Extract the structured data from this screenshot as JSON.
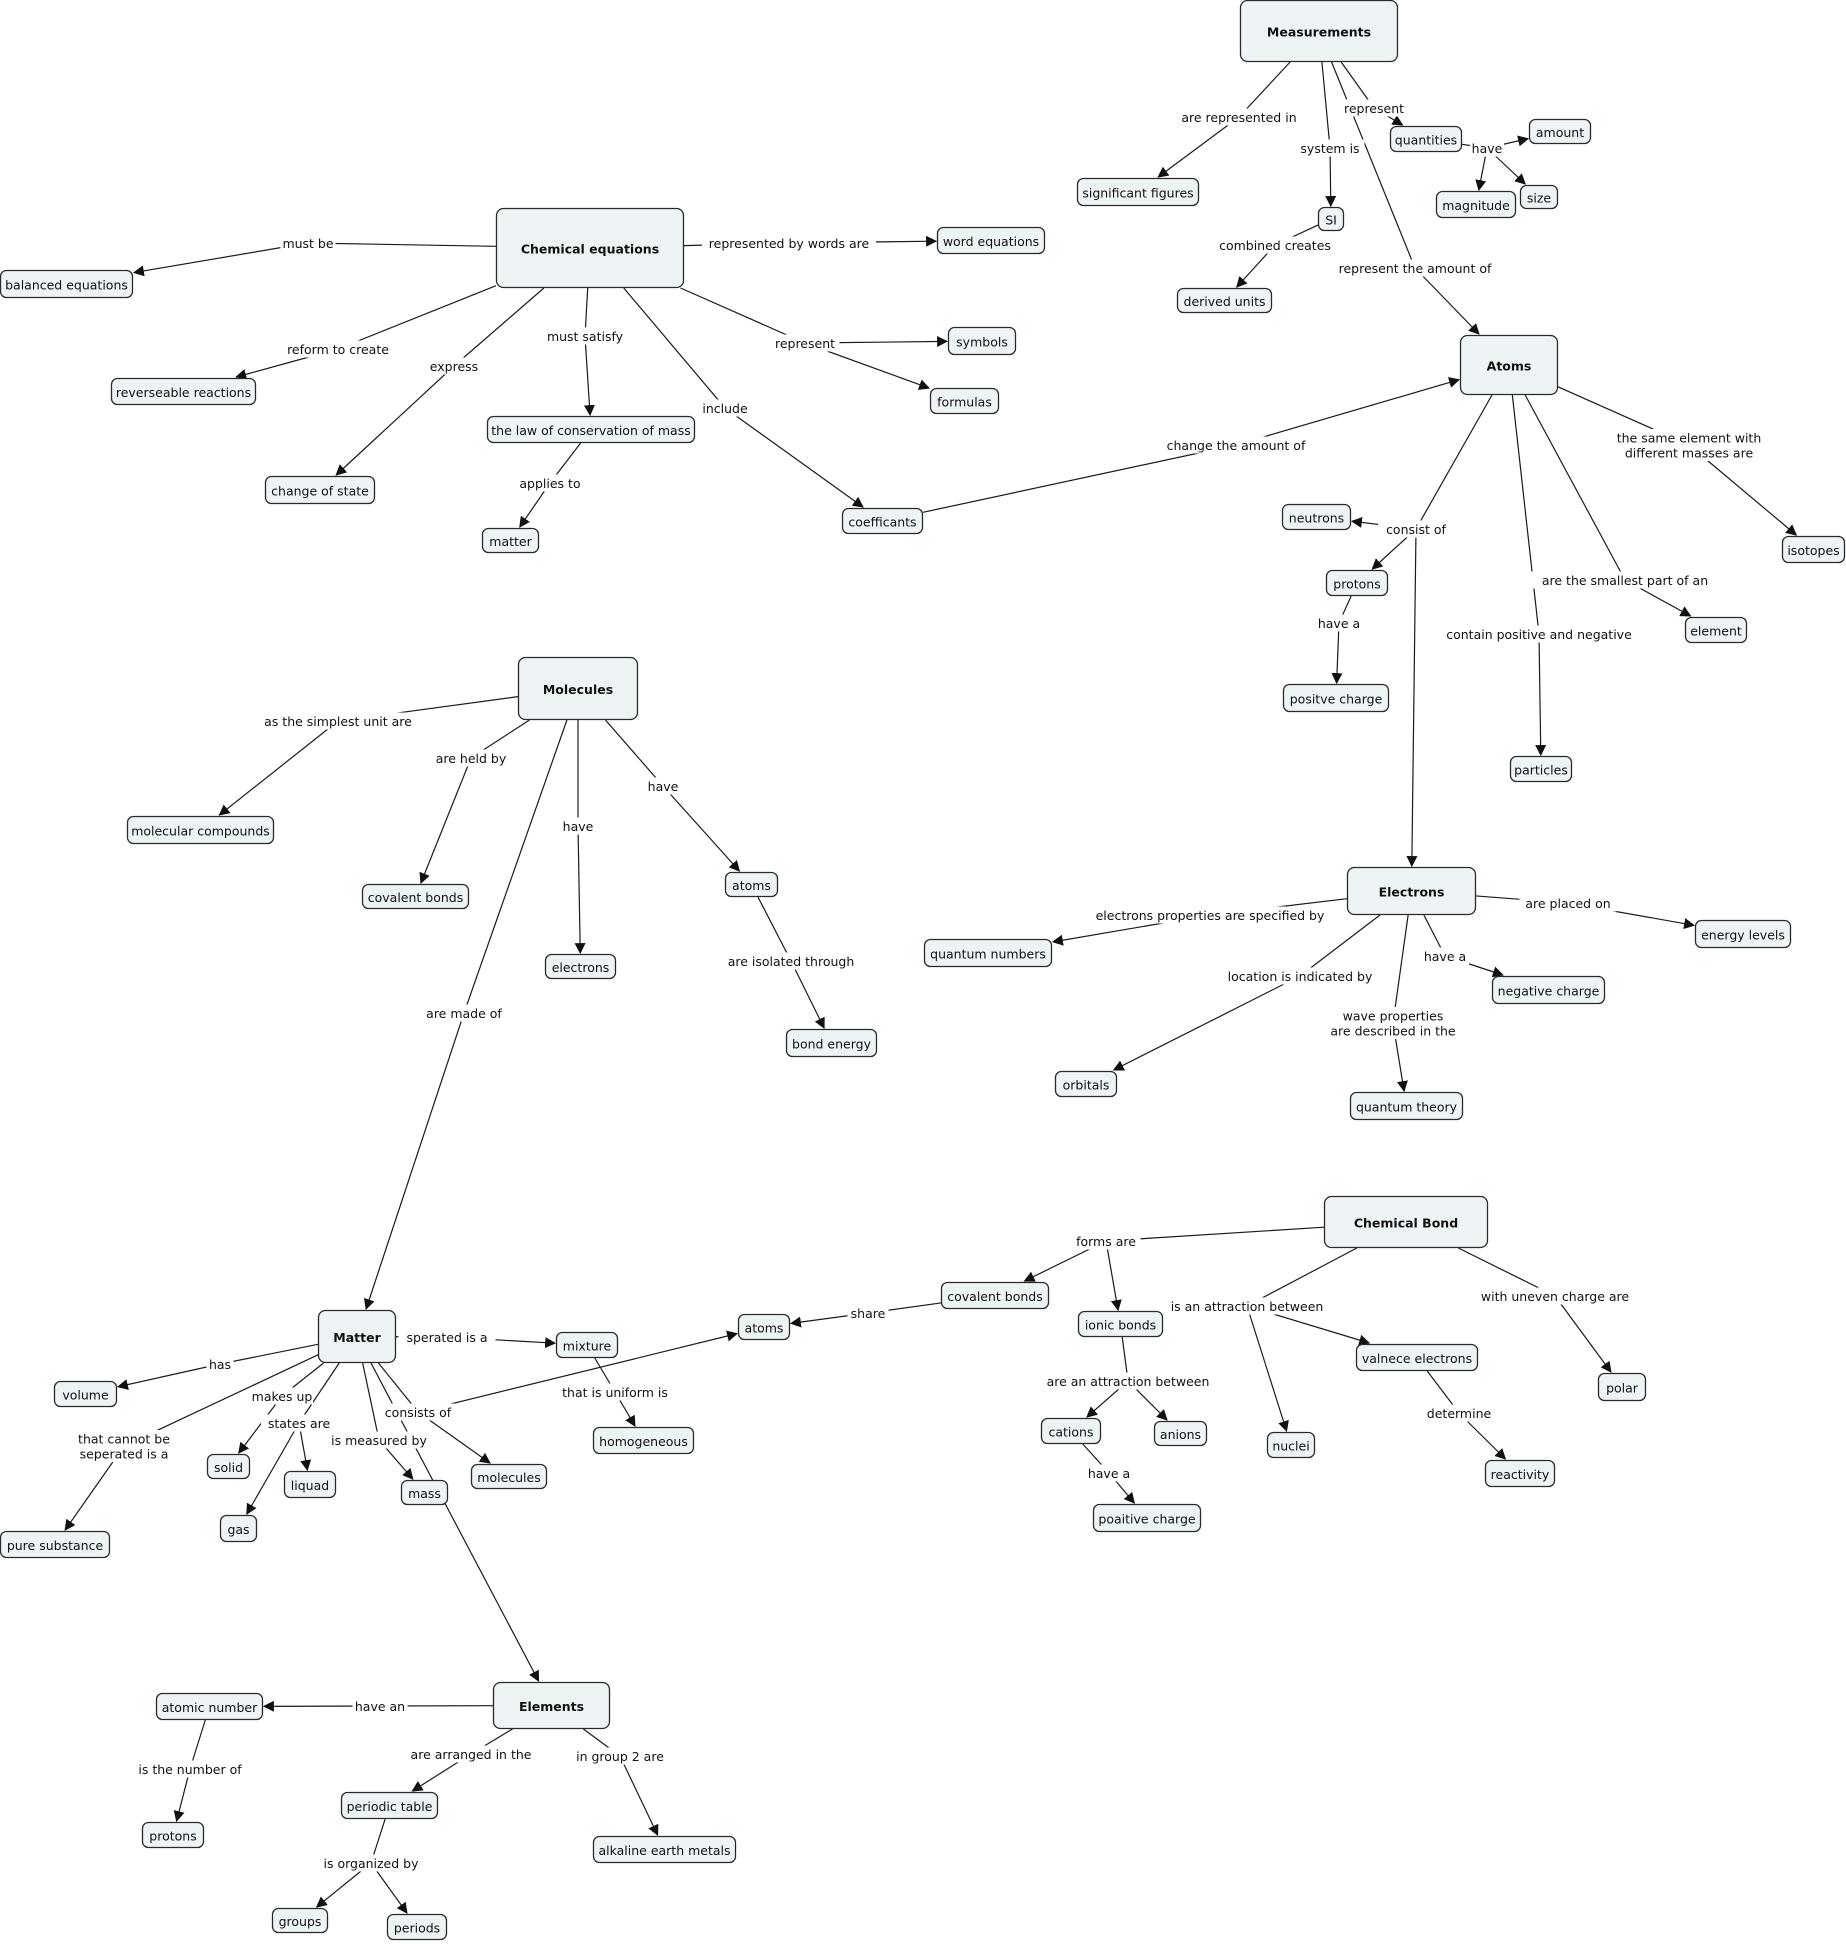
{
  "nodes": [
    {
      "id": "measurements",
      "text": "Measurements",
      "kind": "concept"
    },
    {
      "id": "sigfig",
      "text": "significant figures"
    },
    {
      "id": "quantities",
      "text": "quantities"
    },
    {
      "id": "amount",
      "text": "amount"
    },
    {
      "id": "magnitude",
      "text": "magnitude"
    },
    {
      "id": "size",
      "text": "size"
    },
    {
      "id": "si",
      "text": "SI"
    },
    {
      "id": "derived",
      "text": "derived units"
    },
    {
      "id": "chemeq",
      "text": "Chemical equations",
      "kind": "concept"
    },
    {
      "id": "balanced",
      "text": "balanced equations"
    },
    {
      "id": "wordeq",
      "text": "word equations"
    },
    {
      "id": "symbols",
      "text": "symbols"
    },
    {
      "id": "formulas",
      "text": "formulas"
    },
    {
      "id": "reversible",
      "text": "reverseable reactions"
    },
    {
      "id": "lawcons",
      "text": "the law of conservation of mass"
    },
    {
      "id": "changestate",
      "text": "change of state"
    },
    {
      "id": "matter1",
      "text": "matter"
    },
    {
      "id": "coeff",
      "text": "coefficants"
    },
    {
      "id": "atoms",
      "text": "Atoms",
      "kind": "concept"
    },
    {
      "id": "neutrons",
      "text": "neutrons"
    },
    {
      "id": "protons1",
      "text": "protons"
    },
    {
      "id": "poscharge",
      "text": "positve charge"
    },
    {
      "id": "isotopes",
      "text": "isotopes"
    },
    {
      "id": "element",
      "text": "element"
    },
    {
      "id": "particles",
      "text": "particles"
    },
    {
      "id": "molecules",
      "text": "Molecules",
      "kind": "concept"
    },
    {
      "id": "molcomp",
      "text": "molecular compounds"
    },
    {
      "id": "covbonds1",
      "text": "covalent bonds"
    },
    {
      "id": "electrons2",
      "text": "electrons"
    },
    {
      "id": "atoms2",
      "text": "atoms"
    },
    {
      "id": "bondenergy",
      "text": "bond energy"
    },
    {
      "id": "electrons",
      "text": "Electrons",
      "kind": "concept"
    },
    {
      "id": "qnumbers",
      "text": "quantum numbers"
    },
    {
      "id": "energylevels",
      "text": "energy levels"
    },
    {
      "id": "negcharge",
      "text": "negative charge"
    },
    {
      "id": "orbitals",
      "text": "orbitals"
    },
    {
      "id": "qtheory",
      "text": "quantum theory"
    },
    {
      "id": "chembond",
      "text": "Chemical Bond",
      "kind": "concept"
    },
    {
      "id": "covbonds2",
      "text": "covalent bonds"
    },
    {
      "id": "atoms3",
      "text": "atoms"
    },
    {
      "id": "ionic",
      "text": "ionic bonds"
    },
    {
      "id": "cations",
      "text": "cations"
    },
    {
      "id": "anions",
      "text": "anions"
    },
    {
      "id": "poaitive",
      "text": "poaitive charge"
    },
    {
      "id": "valence",
      "text": "valnece electrons"
    },
    {
      "id": "nuclei",
      "text": "nuclei"
    },
    {
      "id": "reactivity",
      "text": "reactivity"
    },
    {
      "id": "polar",
      "text": "polar"
    },
    {
      "id": "matter",
      "text": "Matter",
      "kind": "concept"
    },
    {
      "id": "volume",
      "text": "volume"
    },
    {
      "id": "mixture",
      "text": "mixture"
    },
    {
      "id": "homogeneous",
      "text": "homogeneous"
    },
    {
      "id": "solid",
      "text": "solid"
    },
    {
      "id": "liquad",
      "text": "liquad"
    },
    {
      "id": "gas",
      "text": "gas"
    },
    {
      "id": "mass",
      "text": "mass"
    },
    {
      "id": "molecules2",
      "text": "molecules"
    },
    {
      "id": "puresub",
      "text": "pure substance"
    },
    {
      "id": "elements",
      "text": "Elements",
      "kind": "concept"
    },
    {
      "id": "atomicnum",
      "text": "atomic number"
    },
    {
      "id": "protons2",
      "text": "protons"
    },
    {
      "id": "periodic",
      "text": "periodic table"
    },
    {
      "id": "alkaline",
      "text": "alkaline earth metals"
    },
    {
      "id": "groups",
      "text": "groups"
    },
    {
      "id": "periods",
      "text": "periods"
    }
  ],
  "links": [
    {
      "label": "are represented in"
    },
    {
      "label": "system is"
    },
    {
      "label": "represent"
    },
    {
      "label": "have"
    },
    {
      "label": "combined creates"
    },
    {
      "label": "represent the amount of"
    },
    {
      "label": "must be"
    },
    {
      "label": "represented by words are"
    },
    {
      "label": "represent"
    },
    {
      "label": "reform to create"
    },
    {
      "label": "express"
    },
    {
      "label": "must satisfy"
    },
    {
      "label": "applies to"
    },
    {
      "label": "include"
    },
    {
      "label": "change the amount of"
    },
    {
      "label": "the same element with\ndifferent masses are"
    },
    {
      "label": "consist of"
    },
    {
      "label": "have a"
    },
    {
      "label": "are the smallest part of an"
    },
    {
      "label": "contain positive and negative"
    },
    {
      "label": "as the simplest unit are"
    },
    {
      "label": "are held by"
    },
    {
      "label": "have"
    },
    {
      "label": "have"
    },
    {
      "label": "are isolated through"
    },
    {
      "label": "are made of"
    },
    {
      "label": "electrons properties are specified by"
    },
    {
      "label": "are placed on"
    },
    {
      "label": "have a"
    },
    {
      "label": "location is indicated by"
    },
    {
      "label": "wave properties\nare described in the"
    },
    {
      "label": "forms are"
    },
    {
      "label": "share"
    },
    {
      "label": "are an attraction between"
    },
    {
      "label": "have a"
    },
    {
      "label": "is an attraction between"
    },
    {
      "label": "determine"
    },
    {
      "label": "with uneven charge are"
    },
    {
      "label": "has"
    },
    {
      "label": "sperated is a"
    },
    {
      "label": "that is uniform is"
    },
    {
      "label": "makes up"
    },
    {
      "label": "states are"
    },
    {
      "label": "is measured by"
    },
    {
      "label": "consists of"
    },
    {
      "label": "that cannot be\nseperated is a"
    },
    {
      "label": "have an"
    },
    {
      "label": "is the number of"
    },
    {
      "label": "are arranged in the"
    },
    {
      "label": "in group 2 are"
    },
    {
      "label": "is organized by"
    }
  ]
}
